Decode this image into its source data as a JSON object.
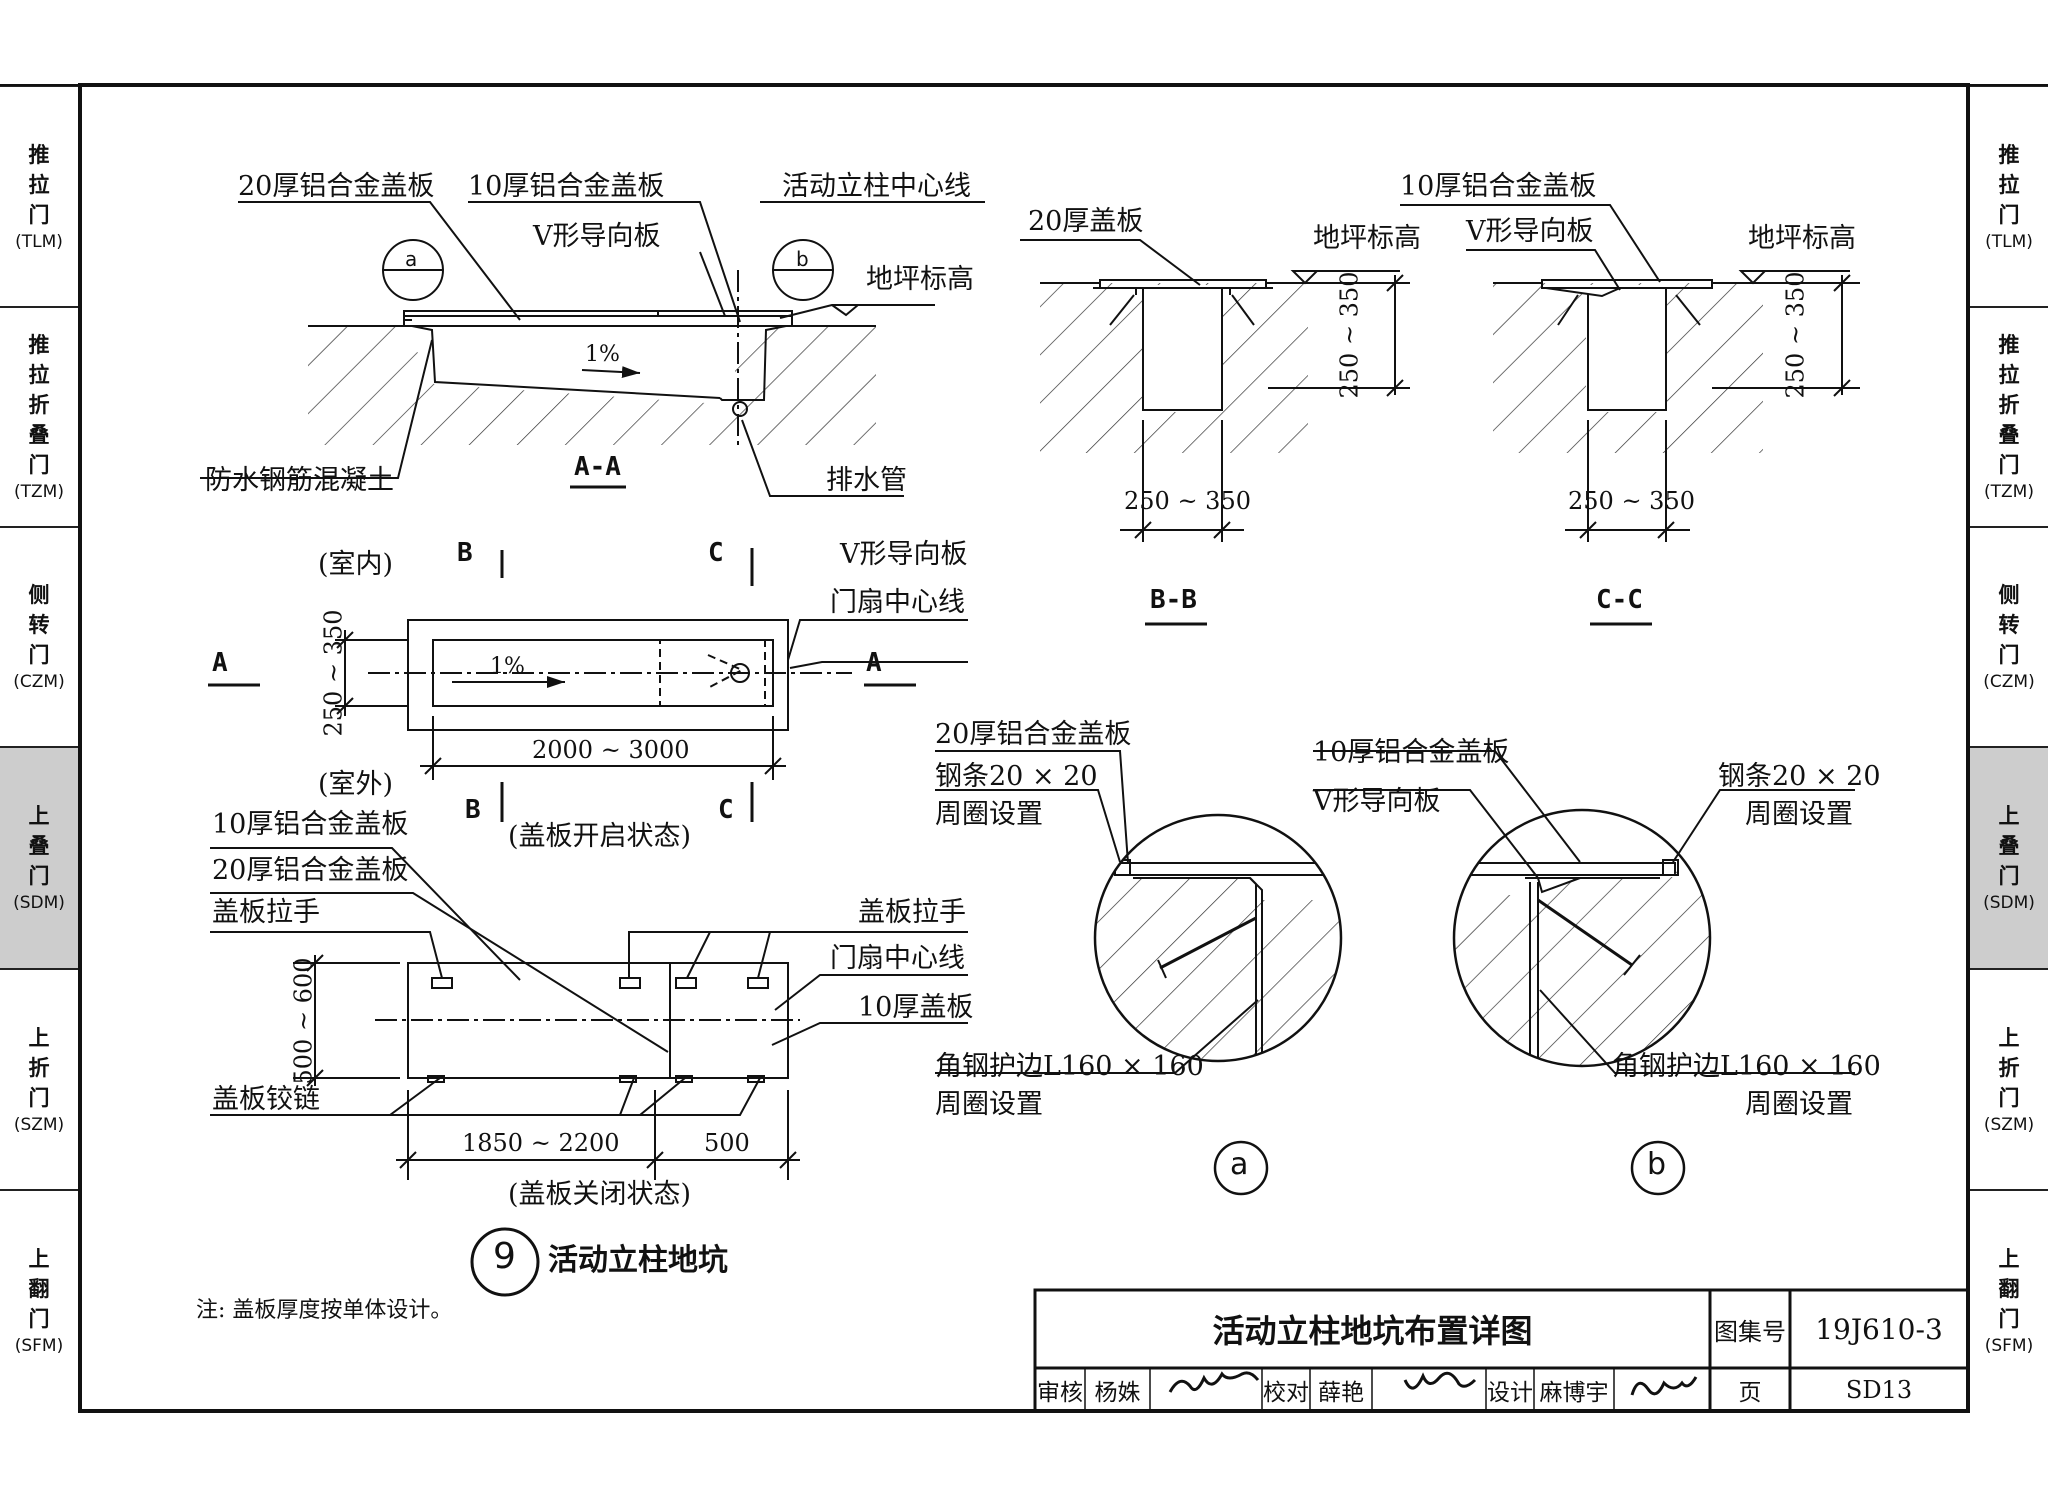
{
  "side_tabs": [
    {
      "label": "推\n拉\n门",
      "code": "(TLM)",
      "active": false
    },
    {
      "label": "推\n拉\n折\n叠\n门",
      "code": "(TZM)",
      "active": false
    },
    {
      "label": "侧\n转\n门",
      "code": "(CZM)",
      "active": false
    },
    {
      "label": "上\n叠\n门",
      "code": "(SDM)",
      "active": true
    },
    {
      "label": "上\n折\n门",
      "code": "(SZM)",
      "active": false
    },
    {
      "label": "上\n翻\n门",
      "code": "(SFM)",
      "active": false
    }
  ],
  "section_aa": {
    "label_cover20": "20厚铝合金盖板",
    "label_cover10": "10厚铝合金盖板",
    "label_centerline": "活动立柱中心线",
    "label_vguide": "V形导向板",
    "label_floor": "地坪标高",
    "label_concrete": "防水钢筋混凝土",
    "label_drain": "排水管",
    "slope": "1%",
    "detail_a": "a",
    "detail_b": "b",
    "title": "A-A"
  },
  "section_bb": {
    "label_cover": "20厚盖板",
    "label_floor": "地坪标高",
    "dim_depth": "250 ~ 350",
    "dim_width": "250 ~ 350",
    "title": "B-B"
  },
  "section_cc": {
    "label_cover": "10厚铝合金盖板",
    "label_vguide": "V形导向板",
    "label_floor": "地坪标高",
    "dim_depth": "250 ~ 350",
    "dim_width": "250 ~ 350",
    "title": "C-C"
  },
  "plan_open": {
    "indoor": "(室内)",
    "outdoor": "(室外)",
    "cut_b": "B",
    "cut_c": "C",
    "cut_a": "A",
    "label_vguide": "V形导向板",
    "label_leaf_center": "门扇中心线",
    "slope": "1%",
    "dim_width": "250 ~ 350",
    "dim_length": "2000 ~ 3000",
    "state": "(盖板开启状态)"
  },
  "plan_closed": {
    "label_cover10": "10厚铝合金盖板",
    "label_cover20": "20厚铝合金盖板",
    "label_handle": "盖板拉手",
    "label_handle_right": "盖板拉手",
    "label_leaf_center": "门扇中心线",
    "label_cover10_short": "10厚盖板",
    "label_hinge": "盖板铰链",
    "dim_width": "500 ~ 600",
    "dim_length": "1850 ~ 2200",
    "dim_end": "500",
    "state": "(盖板关闭状态)"
  },
  "detail_a": {
    "label_cover": "20厚铝合金盖板",
    "label_steel": "钢条20 × 20",
    "label_steel_ring": "周圈设置",
    "label_angle": "角钢护边L160 × 160",
    "label_angle_ring": "周圈设置",
    "marker": "a"
  },
  "detail_b": {
    "label_cover": "10厚铝合金盖板",
    "label_vguide": "V形导向板",
    "label_steel": "钢条20 × 20",
    "label_steel_ring": "周圈设置",
    "label_angle": "角钢护边L160 × 160",
    "label_angle_ring": "周圈设置",
    "marker": "b"
  },
  "figure": {
    "number": "9",
    "title": "活动立柱地坑"
  },
  "note": "注: 盖板厚度按单体设计。",
  "title_block": {
    "title": "活动立柱地坑布置详图",
    "atlas_label": "图集号",
    "atlas_no": "19J610-3",
    "review_label": "审核",
    "reviewer": "杨姝",
    "check_label": "校对",
    "checker": "薛艳",
    "design_label": "设计",
    "designer": "麻博宇",
    "page_label": "页",
    "page_no": "SD13"
  }
}
